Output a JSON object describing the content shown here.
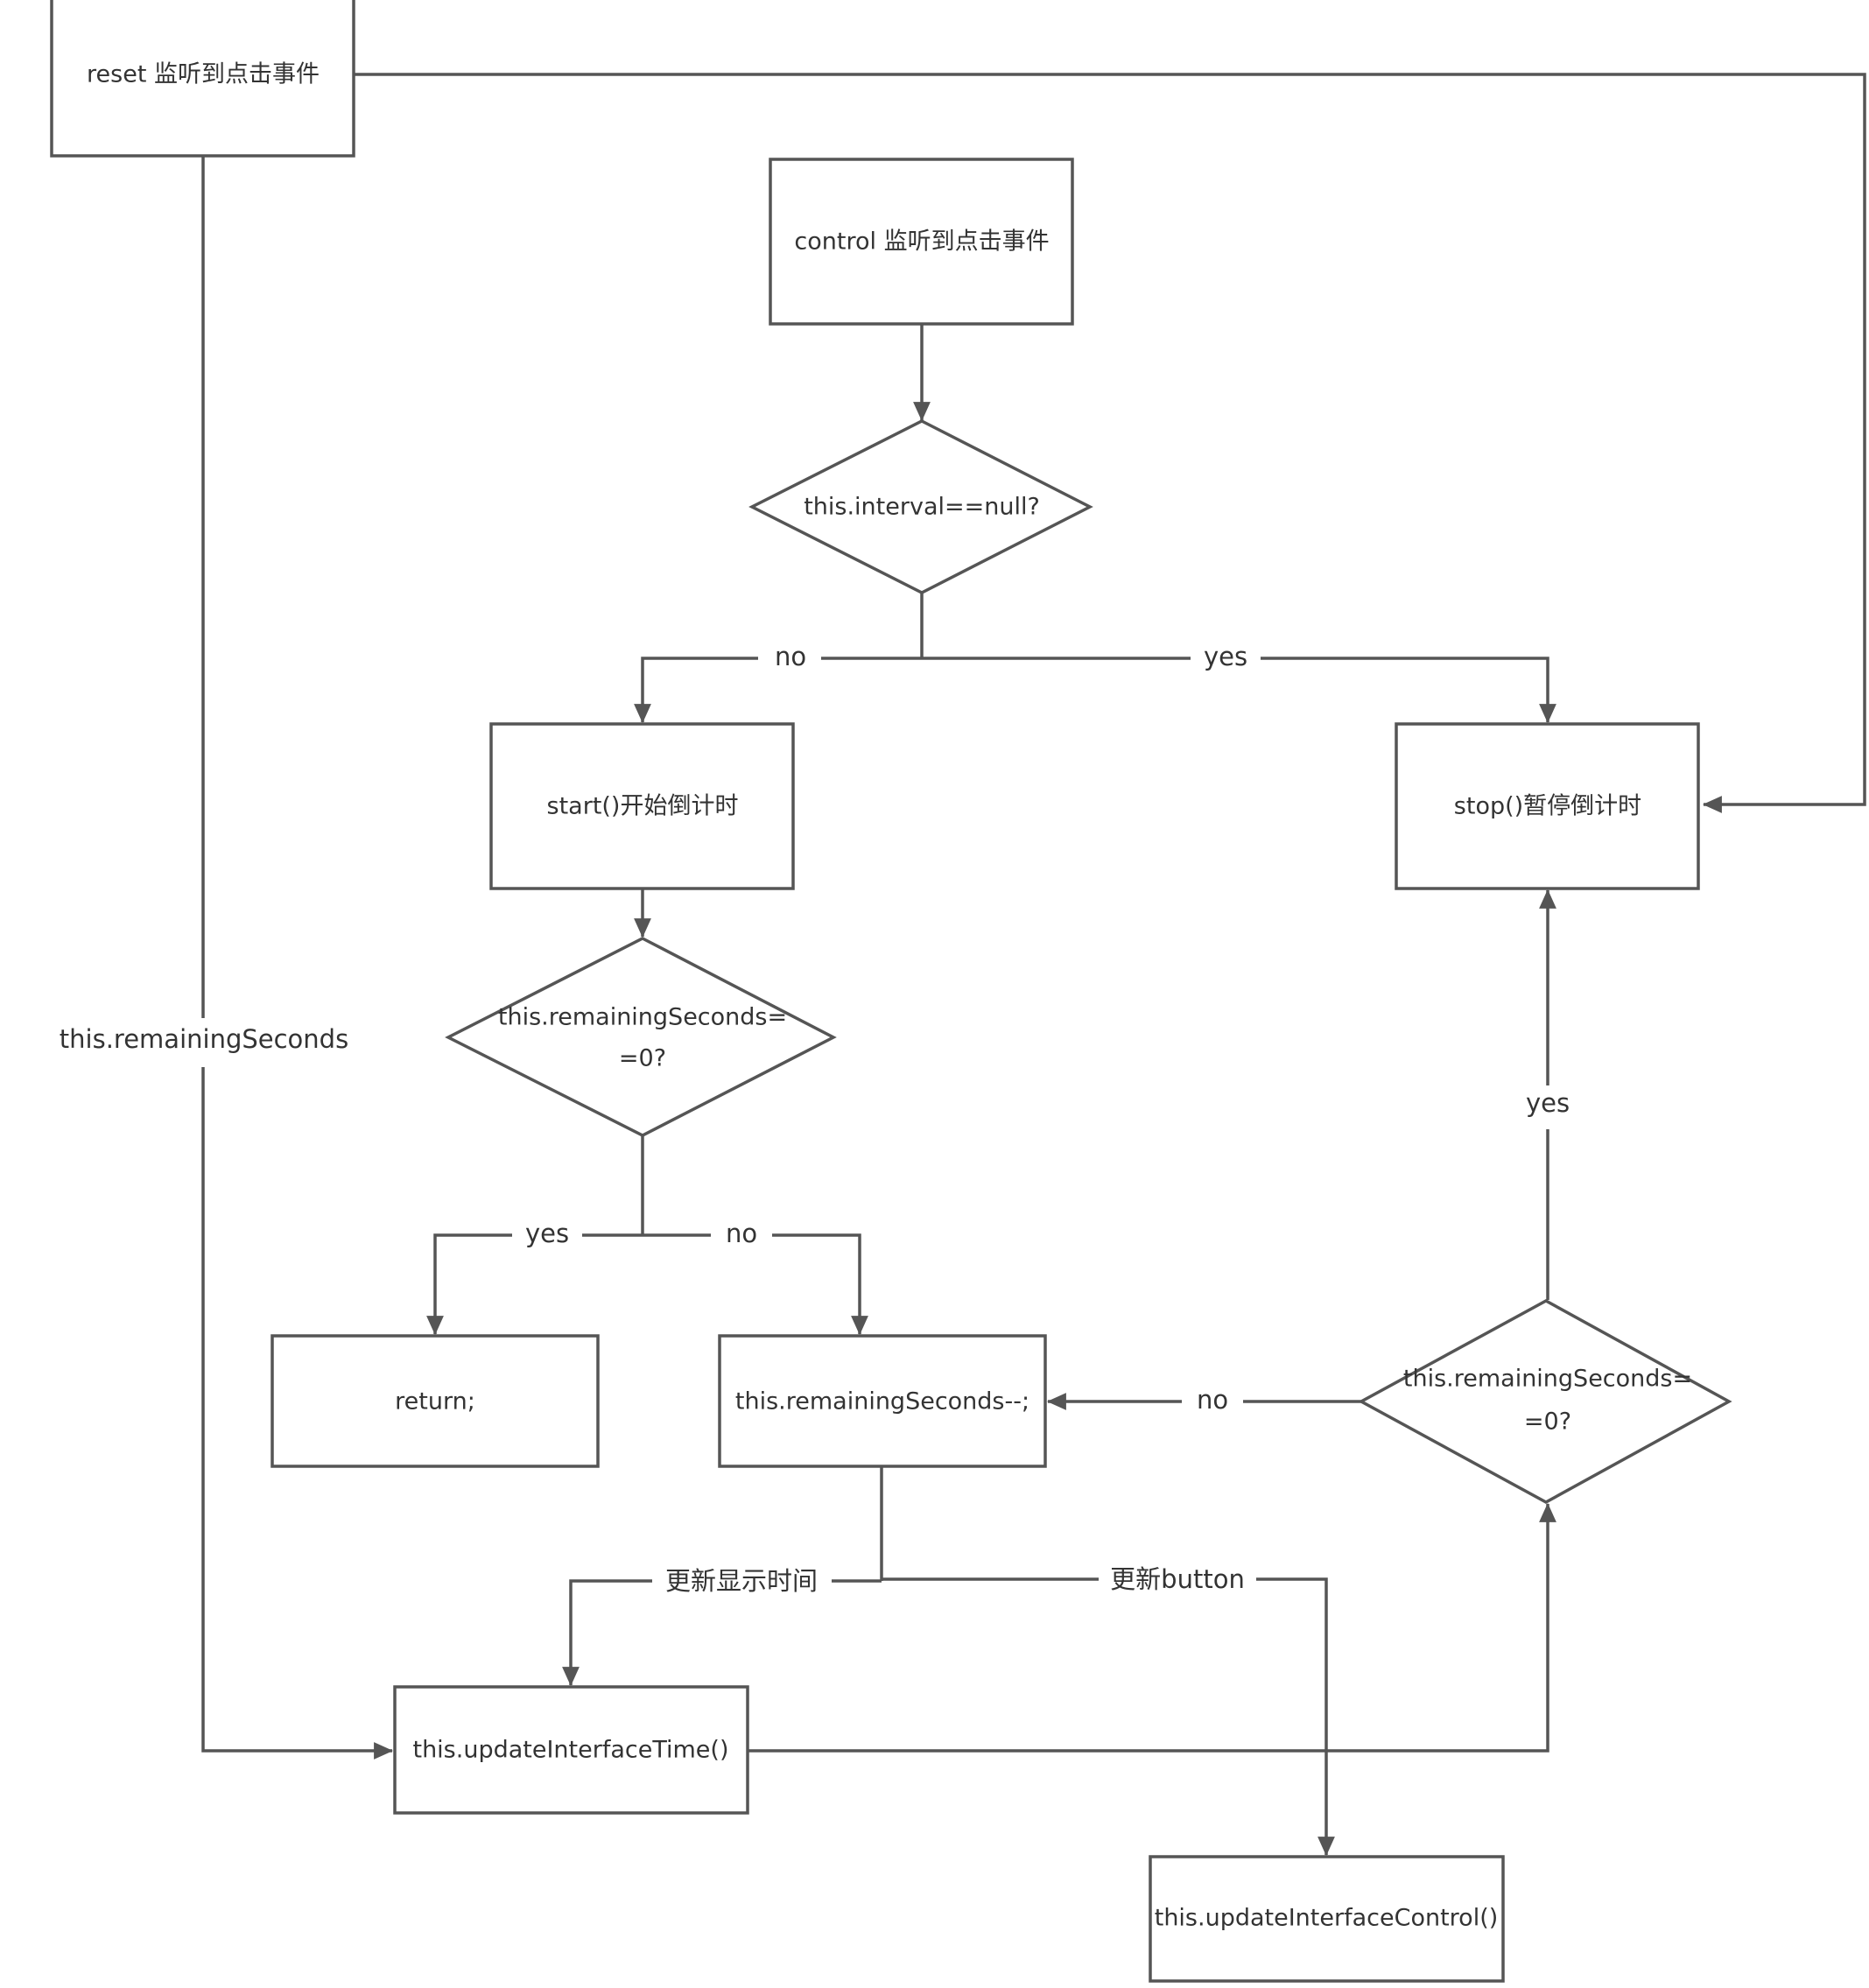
{
  "colors": {
    "stroke": "#555555",
    "text": "#333333",
    "background": "#ffffff"
  },
  "nodes": {
    "reset_event": "reset 监听到点击事件",
    "control_event": "control 监听到点击事件",
    "interval_check": "this.interval==null?",
    "start": "start()开始倒计时",
    "stop": "stop()暂停倒计时",
    "remaining_check_left": [
      "this.remainingSeconds=",
      "=0?"
    ],
    "return_stmt": "return;",
    "decrement": "this.remainingSeconds--;",
    "remaining_check_right": [
      "this.remainingSeconds=",
      "=0?"
    ],
    "update_time": "this.updateInterfaceTime()",
    "update_control": "this.updateInterfaceControl()"
  },
  "edge_labels": {
    "interval_no": "no",
    "interval_yes": "yes",
    "reset_to_update_time": "this.remainingSeconds",
    "left_check_yes": "yes",
    "left_check_no": "no",
    "right_check_no": "no",
    "right_check_yes": "yes",
    "update_display_time": "更新显示时间",
    "update_button": "更新button"
  }
}
